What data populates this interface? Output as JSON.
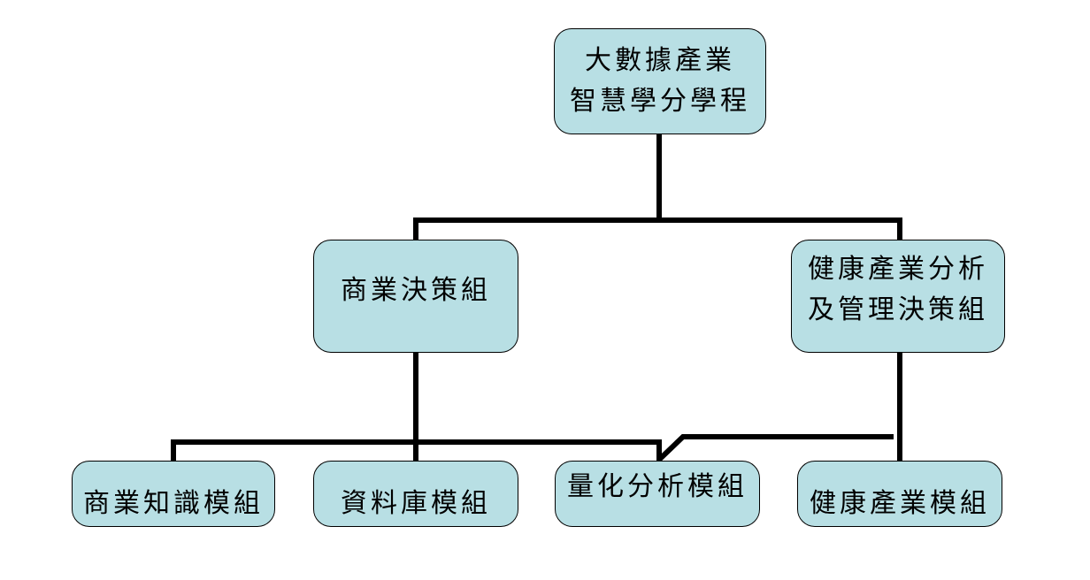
{
  "diagram": {
    "root": {
      "line1": "大數據產業",
      "line2": "智慧學分學程"
    },
    "groups": {
      "business": {
        "line1": "商業決策組"
      },
      "health": {
        "line1": "健康產業分析",
        "line2": "及管理決策組"
      }
    },
    "modules": {
      "bi": "商業知識模組",
      "db": "資料庫模組",
      "quant": "量化分析模組",
      "health": "健康產業模組"
    },
    "colors": {
      "node_fill": "#b8dfe4",
      "node_border": "#000000",
      "connector": "#000000",
      "text": "#000000"
    }
  }
}
